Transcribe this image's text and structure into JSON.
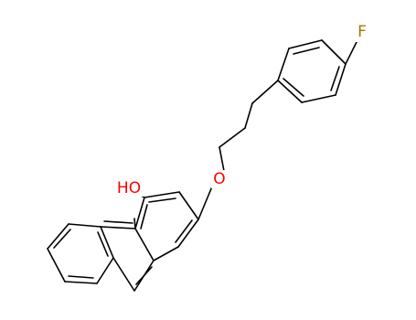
{
  "molecule": {
    "atoms": {
      "hydroxyl": "HO",
      "ether_oxygen": "O",
      "fluorine": "F"
    },
    "colors": {
      "bond": "#000000",
      "oxygen": "#ff0000",
      "fluorine": "#a07800"
    }
  }
}
